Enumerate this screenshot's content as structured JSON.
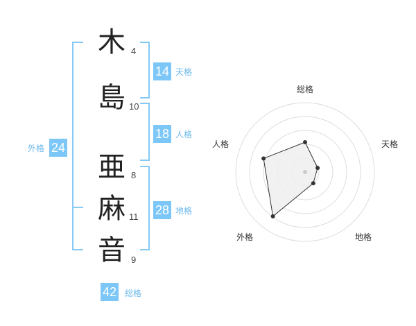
{
  "name_chars": [
    {
      "char": "木",
      "strokes": "4"
    },
    {
      "char": "島",
      "strokes": "10"
    },
    {
      "char": "亜",
      "strokes": "8"
    },
    {
      "char": "麻",
      "strokes": "11"
    },
    {
      "char": "音",
      "strokes": "9"
    }
  ],
  "fortunes": {
    "tenkaku": {
      "value": "14",
      "label": "天格"
    },
    "jinkaku": {
      "value": "18",
      "label": "人格"
    },
    "chikaku": {
      "value": "28",
      "label": "地格"
    },
    "gaikaku": {
      "value": "24",
      "label": "外格"
    },
    "soukaku": {
      "value": "42",
      "label": "総格"
    }
  },
  "colors": {
    "accent": "#7cc7f7",
    "bracket": "#86c9f3",
    "label": "#6bb8ea"
  },
  "chart_data": {
    "type": "radar",
    "axes": [
      "総格",
      "天格",
      "地格",
      "外格",
      "人格"
    ],
    "values": [
      0.43,
      0.19,
      0.2,
      0.79,
      0.63
    ],
    "range": [
      0,
      1
    ],
    "rings": 5
  }
}
